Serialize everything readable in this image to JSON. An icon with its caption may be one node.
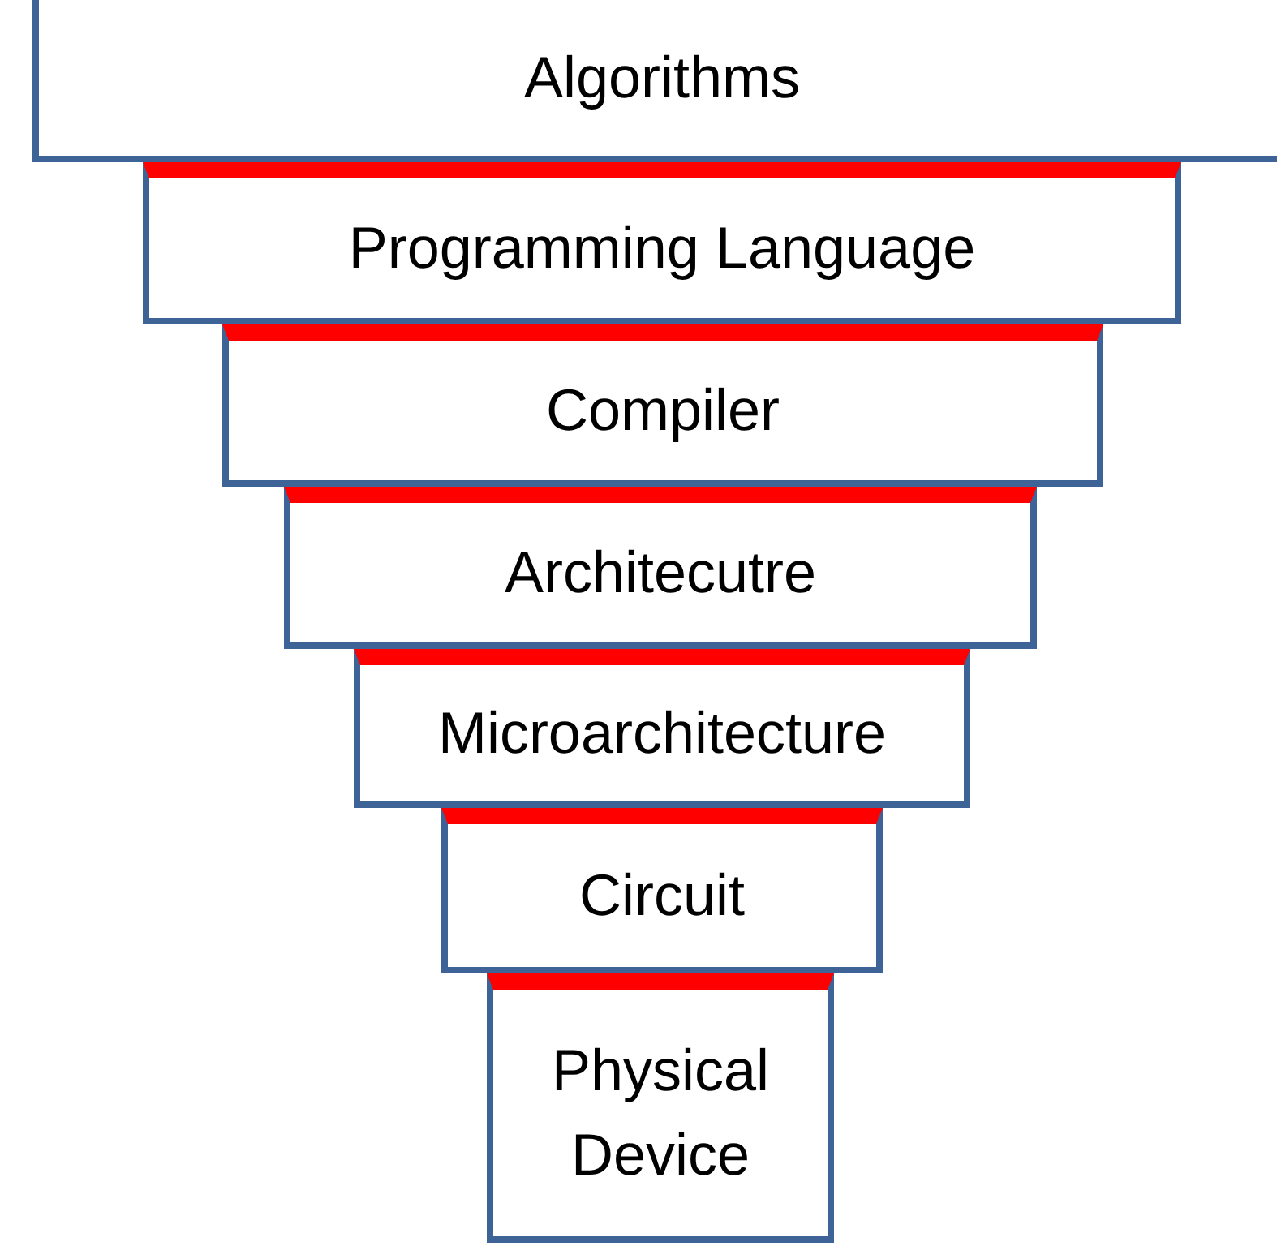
{
  "diagram": {
    "nodes": [
      {
        "text": [
          "Algorithms"
        ]
      },
      {
        "text": [
          "Programming Language"
        ]
      },
      {
        "text": [
          "Compiler"
        ]
      },
      {
        "text": [
          "Architecutre"
        ]
      },
      {
        "text": [
          "Microarchitecture"
        ]
      },
      {
        "text": [
          "Circuit"
        ]
      },
      {
        "text": [
          "Physical Device"
        ]
      }
    ]
  }
}
